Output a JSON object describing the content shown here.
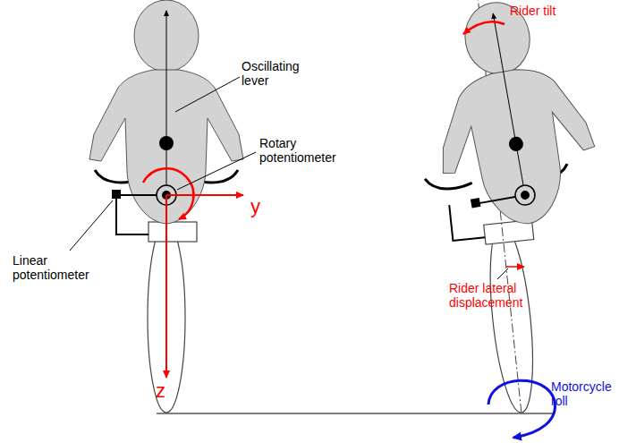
{
  "diagram": {
    "labels": [
      "Oscillating lever",
      "Rotary potentiometer",
      "Linear potentiometer",
      "y",
      "z",
      "Rider tilt",
      "Rider lateral displacement",
      "Motorcycle roll"
    ]
  }
}
